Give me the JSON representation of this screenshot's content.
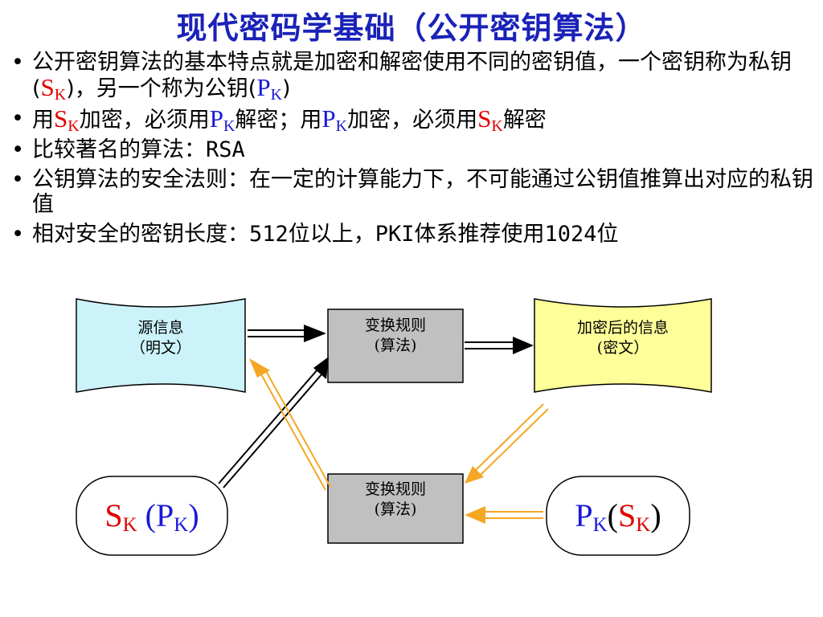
{
  "title": "现代密码学基础（公开密钥算法）",
  "bullets": {
    "b1": {
      "p1": "公开密钥算法的基本特点就是加密和解密使用不同的密钥值，一个密钥称为私钥(",
      "k1": "S",
      "k1_sub": "K",
      "p2": ")，另一个称为公钥(",
      "k2": "P",
      "k2_sub": "K",
      "p3": ")"
    },
    "b2": {
      "p1": "用",
      "k1": "S",
      "k1_sub": "K",
      "p2": "加密，必须用",
      "k2": "P",
      "k2_sub": "K",
      "p3": "解密；用",
      "k3": "P",
      "k3_sub": "K",
      "p4": "加密，必须用",
      "k4": "S",
      "k4_sub": "K",
      "p5": "解密"
    },
    "b3": "比较著名的算法：RSA",
    "b4": "公钥算法的安全法则：在一定的计算能力下，不可能通过公钥值推算出对应的私钥值",
    "b5": "相对安全的密钥长度：512位以上，PKI体系推荐使用1024位"
  },
  "diagram": {
    "source_doc": {
      "line1": "源信息",
      "line2": "（明文）"
    },
    "rule_top": {
      "line1": "变换规则",
      "line2": "(算法)"
    },
    "cipher_doc": {
      "line1": "加密后的信息",
      "line2": "(密文）"
    },
    "rule_bottom": {
      "line1": "变换规则",
      "line2": "(算法)"
    },
    "left_key": {
      "a": "S",
      "a_sub": "K",
      "b": "(P",
      "b_sub": "K",
      "c": ")"
    },
    "right_key": {
      "a": "P",
      "a_sub": "K",
      "b": "(",
      "c": "S",
      "c_sub": "K",
      "d": ")"
    }
  },
  "colors": {
    "title": "#1a22b8",
    "red": "#e00000",
    "blue": "#1818d8",
    "source_fill": "#ccf3fa",
    "cipher_fill": "#ffff99",
    "rule_fill": "#c0c0c0",
    "orange_arrow": "#f5a623",
    "black_arrow": "#000000"
  }
}
